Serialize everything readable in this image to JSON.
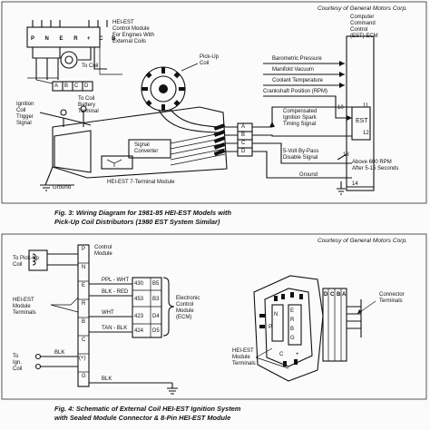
{
  "fig3": {
    "credit": "Courtesy of General Motors Corp.",
    "control_module_note": "HEI-EST\nControl Module\nFor Engines With\nExternal Coils",
    "pins_left": "P N E R",
    "pins_right": "+ C B",
    "to_coil": "To Coil",
    "abcd": [
      "A",
      "B",
      "C",
      "D"
    ],
    "pickup_coil": "Pick-Up\nCoil",
    "ignition_coil_trigger": "Ignition\nCoil\nTrigger\nSignal",
    "to_coil_battery": "To Coil\nBattery\nTerminal",
    "signal_converter": "Signal\nConverter",
    "ground_left": "Ground",
    "module_7_terminal": "HEI-EST 7-Terminal Module",
    "ecm_label": "Computer\nCommand\nControl\n(EST) ECM",
    "inputs": [
      "Barometric Pressure",
      "Manifold Vacuum",
      "Coolant Temperature",
      "Crankshaft Position (RPM)"
    ],
    "compensated": "Compensated\nIgnition Spark\nTiming Signal",
    "bypass": "5-Volt By-Pass\nDisable Signal",
    "ground_right": "Ground",
    "above_rpm": "Above 600 RPM\nAfter 5-15 Seconds",
    "est": "EST",
    "pin_numbers": [
      "10",
      "11",
      "12",
      "13",
      "14"
    ],
    "connector_letters": [
      "A",
      "B",
      "C",
      "D"
    ],
    "caption_line1": "Fig. 3:  Wiring Diagram for 1981-85 HEI-EST Models with",
    "caption_line2": "Pick-Up Coil Distributors (1980 EST System Similar)"
  },
  "fig4": {
    "credit": "Courtesy of General Motors Corp.",
    "to_pickup": "To Pick-Up\nCoil",
    "control_module": "Control\nModule",
    "module_terminals": "HEI-EST\nModule\nTerminals",
    "to_ign_coil": "To\nIgn.\nCoil",
    "terminal_letters": [
      "P",
      "N",
      "E",
      "R",
      "B",
      "C",
      "(+)",
      "G"
    ],
    "wires": [
      {
        "label": "PPL - WHT",
        "num": "430",
        "pin": "B5"
      },
      {
        "label": "BLK - RED",
        "num": "453",
        "pin": "B3"
      },
      {
        "label": "WHT",
        "num": "423",
        "pin": "D4"
      },
      {
        "label": "TAN - BLK",
        "num": "424",
        "pin": "D5"
      }
    ],
    "blk1": "BLK",
    "blk2": "BLK",
    "ecm_label": "Electronic\nControl\nModule\n(ECM)",
    "connector_terminals": "Connector\nTerminals",
    "dcba": [
      "D",
      "C",
      "B",
      "A"
    ],
    "module_pins_top": [
      "E",
      "R",
      "B",
      "G"
    ],
    "module_pins_left": [
      "N",
      "P"
    ],
    "module_pins_bottom": [
      "C",
      "+"
    ],
    "module_terminals2": "HEI-EST\nModule\nTerminals",
    "caption_line1": "Fig. 4:  Schematic of External Coil HEI-EST Ignition System",
    "caption_line2": "with Sealed Module Connector & 8-Pin HEI-EST Module"
  }
}
